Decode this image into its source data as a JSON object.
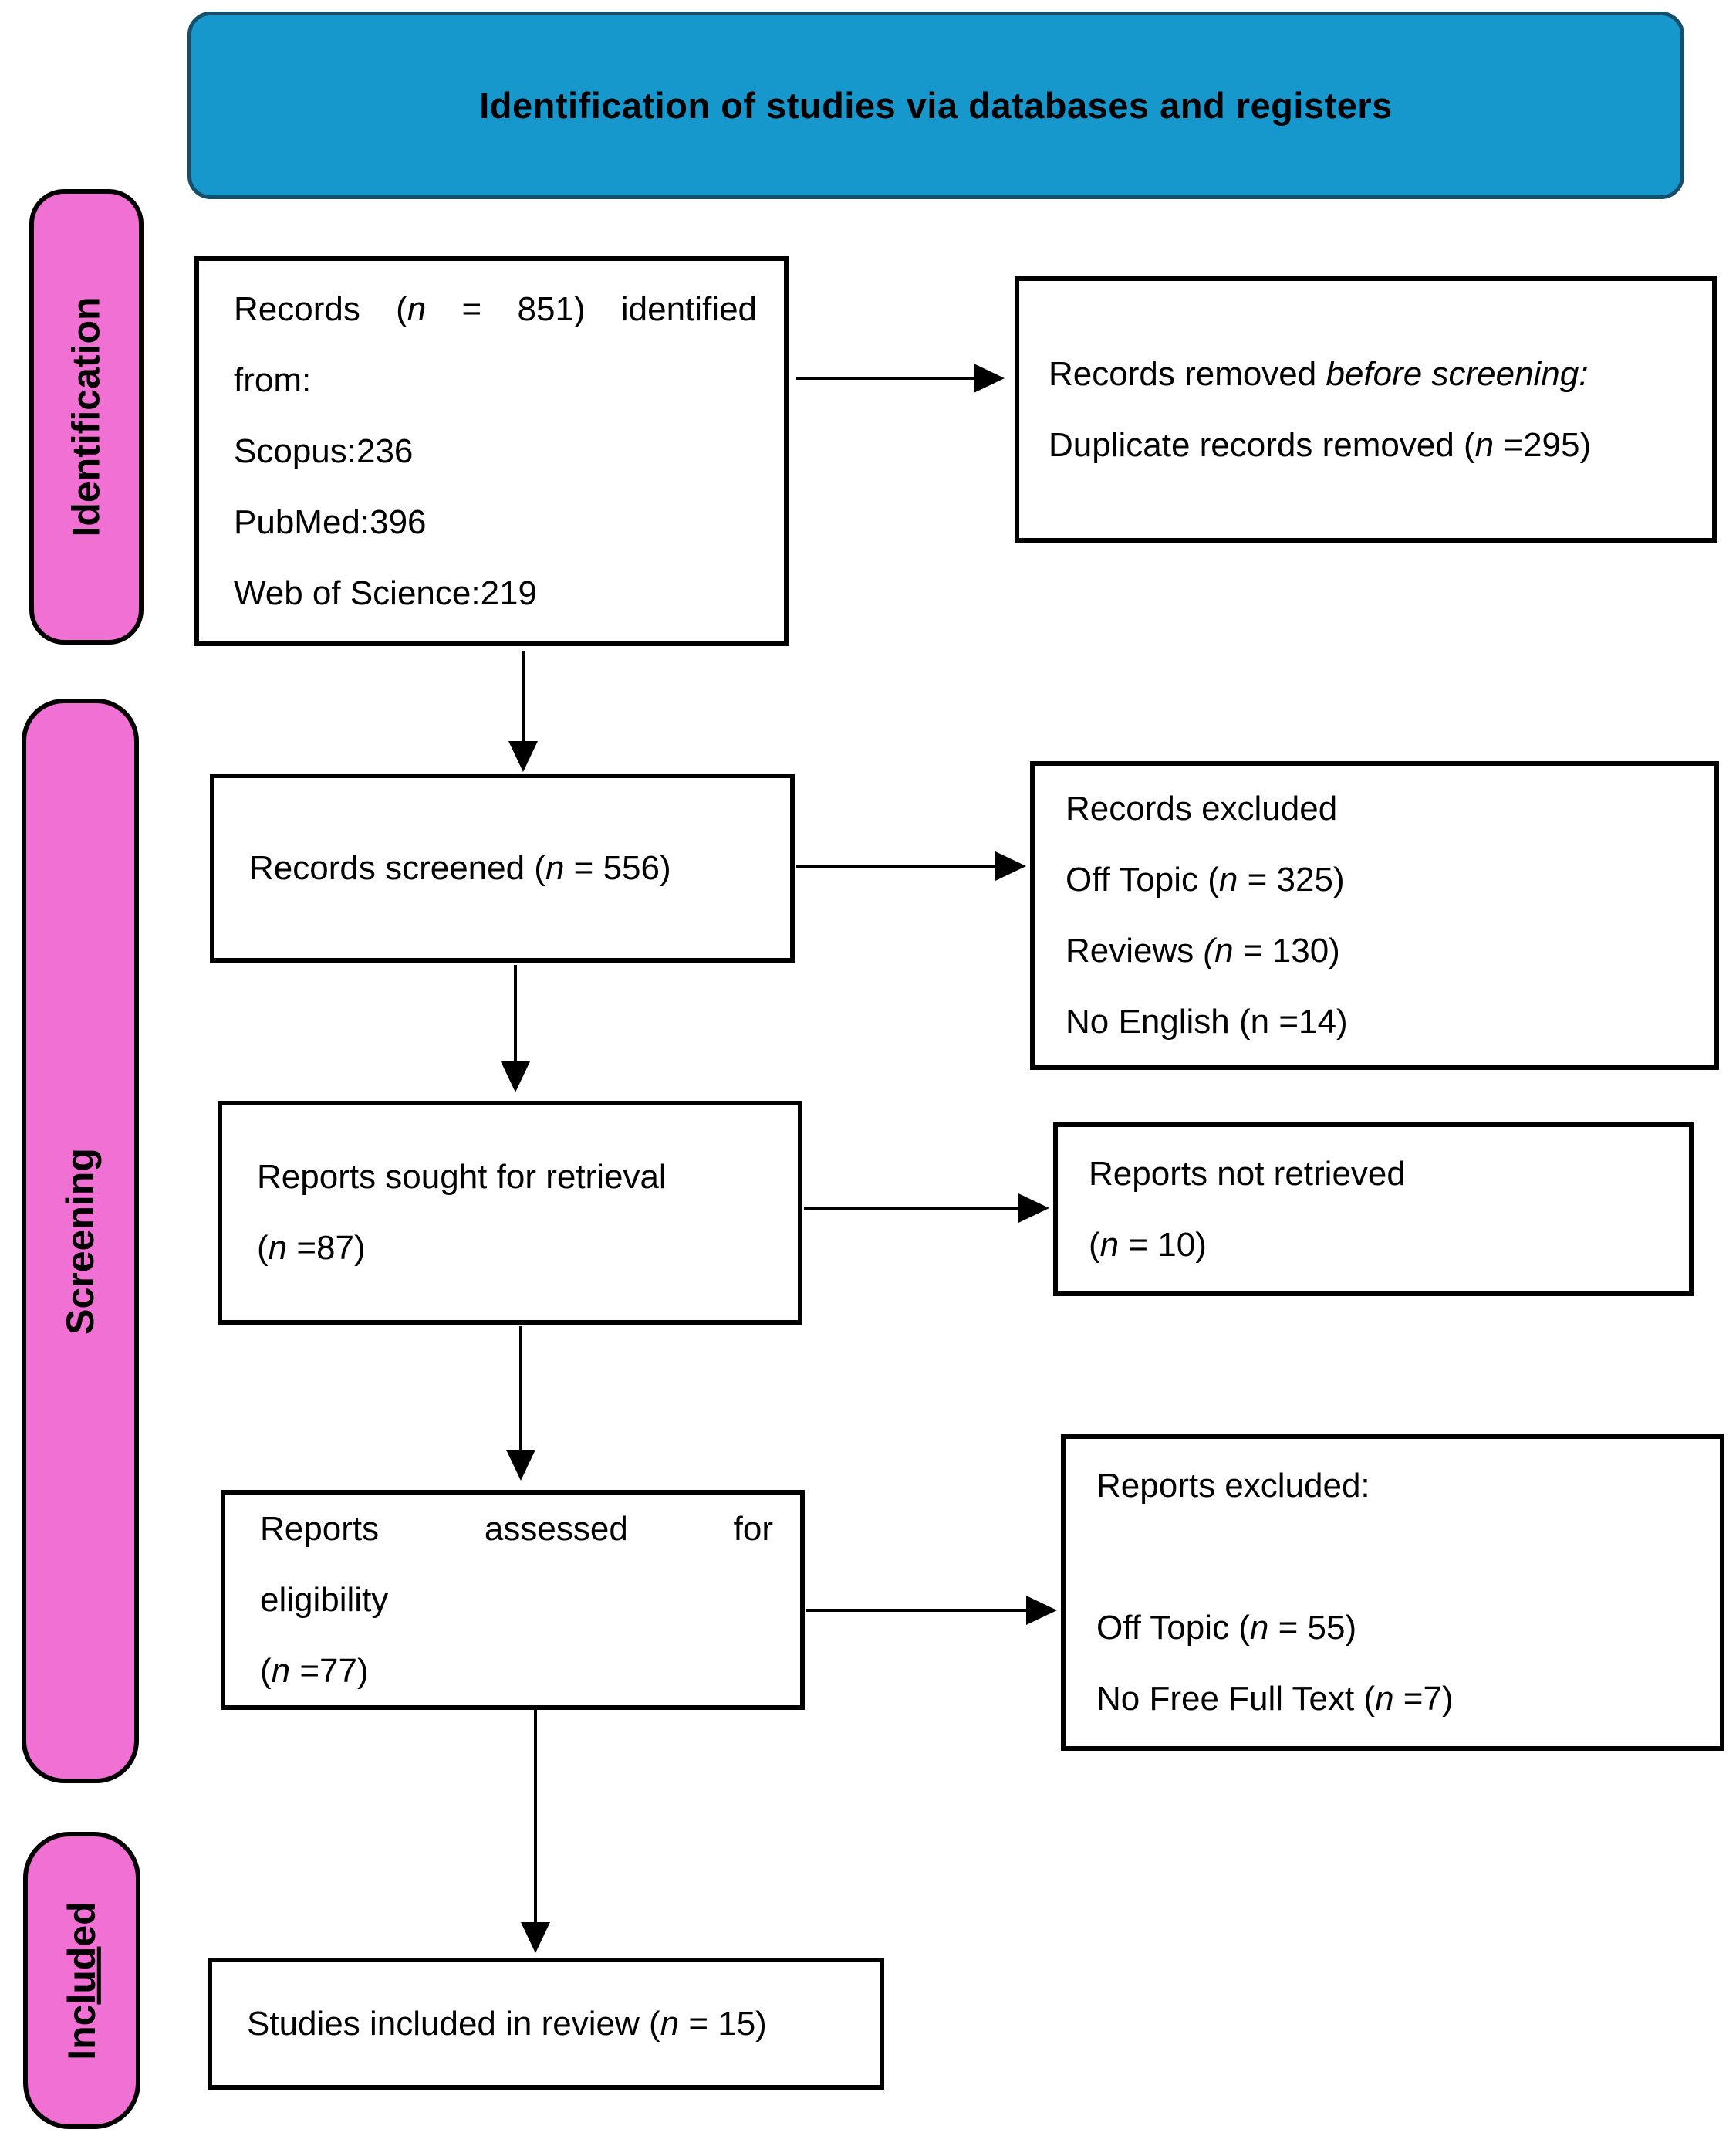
{
  "header": {
    "title": "Identification of studies via databases and registers"
  },
  "stages": {
    "identification": {
      "label_html": "Identification"
    },
    "screening": {
      "label_html": "Screening"
    },
    "included": {
      "label_html": "Inc<u>lud</u>ed"
    }
  },
  "boxes": {
    "records_identified": {
      "lines": [
        "Records (<i>n</i> = 851) identified",
        "from:",
        "Scopus:236",
        "PubMed:396",
        "Web of Science:219"
      ]
    },
    "records_removed_before_screening": {
      "lines": [
        "Records removed <i>before screening:</i>",
        "Duplicate records removed (<i>n</i> =295)"
      ]
    },
    "records_screened": {
      "lines": [
        "Records screened (<i>n</i> = 556)"
      ]
    },
    "records_excluded": {
      "lines": [
        "Records excluded",
        "Off Topic (<i>n</i> = 325)",
        "Reviews <i>(n</i> = 130)",
        "No English (n =14)"
      ]
    },
    "reports_sought": {
      "lines": [
        "Reports sought for retrieval",
        "(<i>n</i> =87)"
      ]
    },
    "reports_not_retrieved": {
      "lines": [
        "Reports not retrieved",
        "(<i>n</i> = 10)"
      ]
    },
    "reports_assessed": {
      "lines": [
        "Reports assessed for",
        "eligibility",
        "(<i>n</i> =77)"
      ]
    },
    "reports_excluded": {
      "lines": [
        "Reports excluded:",
        " ",
        "Off Topic (<i>n</i> = 55)",
        "No Free Full Text (<i>n</i> =7)"
      ]
    },
    "studies_included": {
      "lines": [
        "Studies included in review (<i>n</i> = 15)"
      ]
    }
  },
  "colors": {
    "header_fill": "#1798CD",
    "header_border": "#14506B",
    "stage_fill": "#F170D3",
    "arrow": "#000000",
    "background": "#FFFFFF"
  }
}
